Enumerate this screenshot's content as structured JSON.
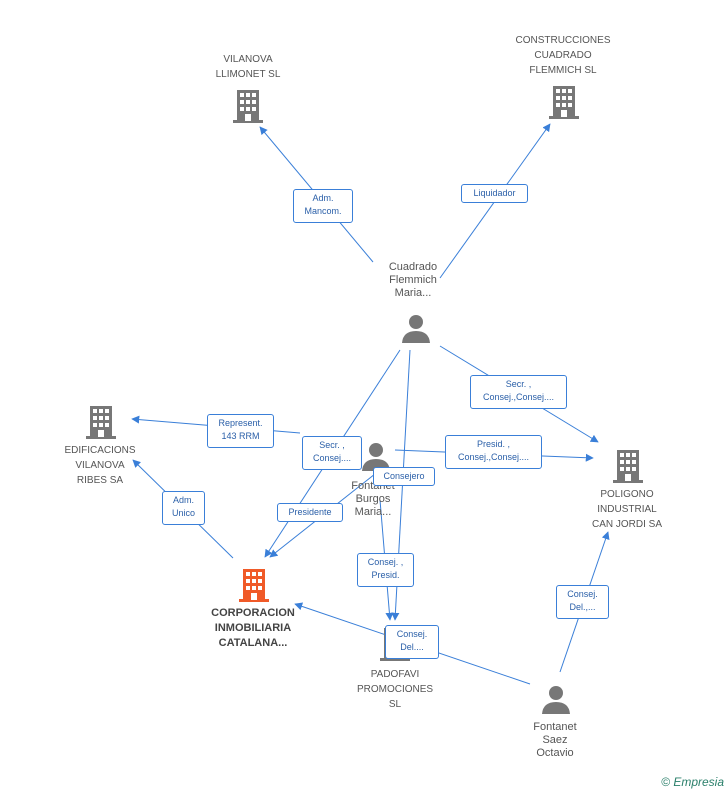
{
  "colors": {
    "edge": "#3a7fd8",
    "node": "#777777",
    "main": "#f05a28"
  },
  "nodes": {
    "vilanova": "VILANOVA\nLLIMONET SL",
    "construcciones": "CONSTRUCCIONES\nCUADRADO\nFLEMMICH SL",
    "cuadrado": "Cuadrado\nFlemmich\nMaria...",
    "edificacions": "EDIFICACIONS\nVILANOVA\nRIBES SA",
    "fontanet_burgos": "Fontanet\nBurgos\nMaria...",
    "poligono": "POLIGONO\nINDUSTRIAL\nCAN JORDI SA",
    "corporacion": "CORPORACION\nINMOBILIARIA\nCATALANA...",
    "padofavi": "PADOFAVI\nPROMOCIONES\nSL",
    "fontanet_saez": "Fontanet\nSaez\nOctavio"
  },
  "edges": {
    "adm_mancom": "Adm.\nMancom.",
    "liquidador": "Liquidador",
    "secr_consej_1": "Secr. ,\nConsej.,Consej....",
    "represent": "Represent.\n143 RRM",
    "secr_consej_2": "Secr. ,\nConsej....",
    "presid_consej": "Presid. ,\nConsej.,Consej....",
    "consejero": "Consejero",
    "adm_unico": "Adm.\nUnico",
    "presidente": "Presidente",
    "consej_presid": "Consej. ,\nPresid.",
    "consej_del_1": "Consej.\nDel.,...",
    "consej_del_2": "Consej.\nDel...."
  },
  "brand": "© Empresia"
}
